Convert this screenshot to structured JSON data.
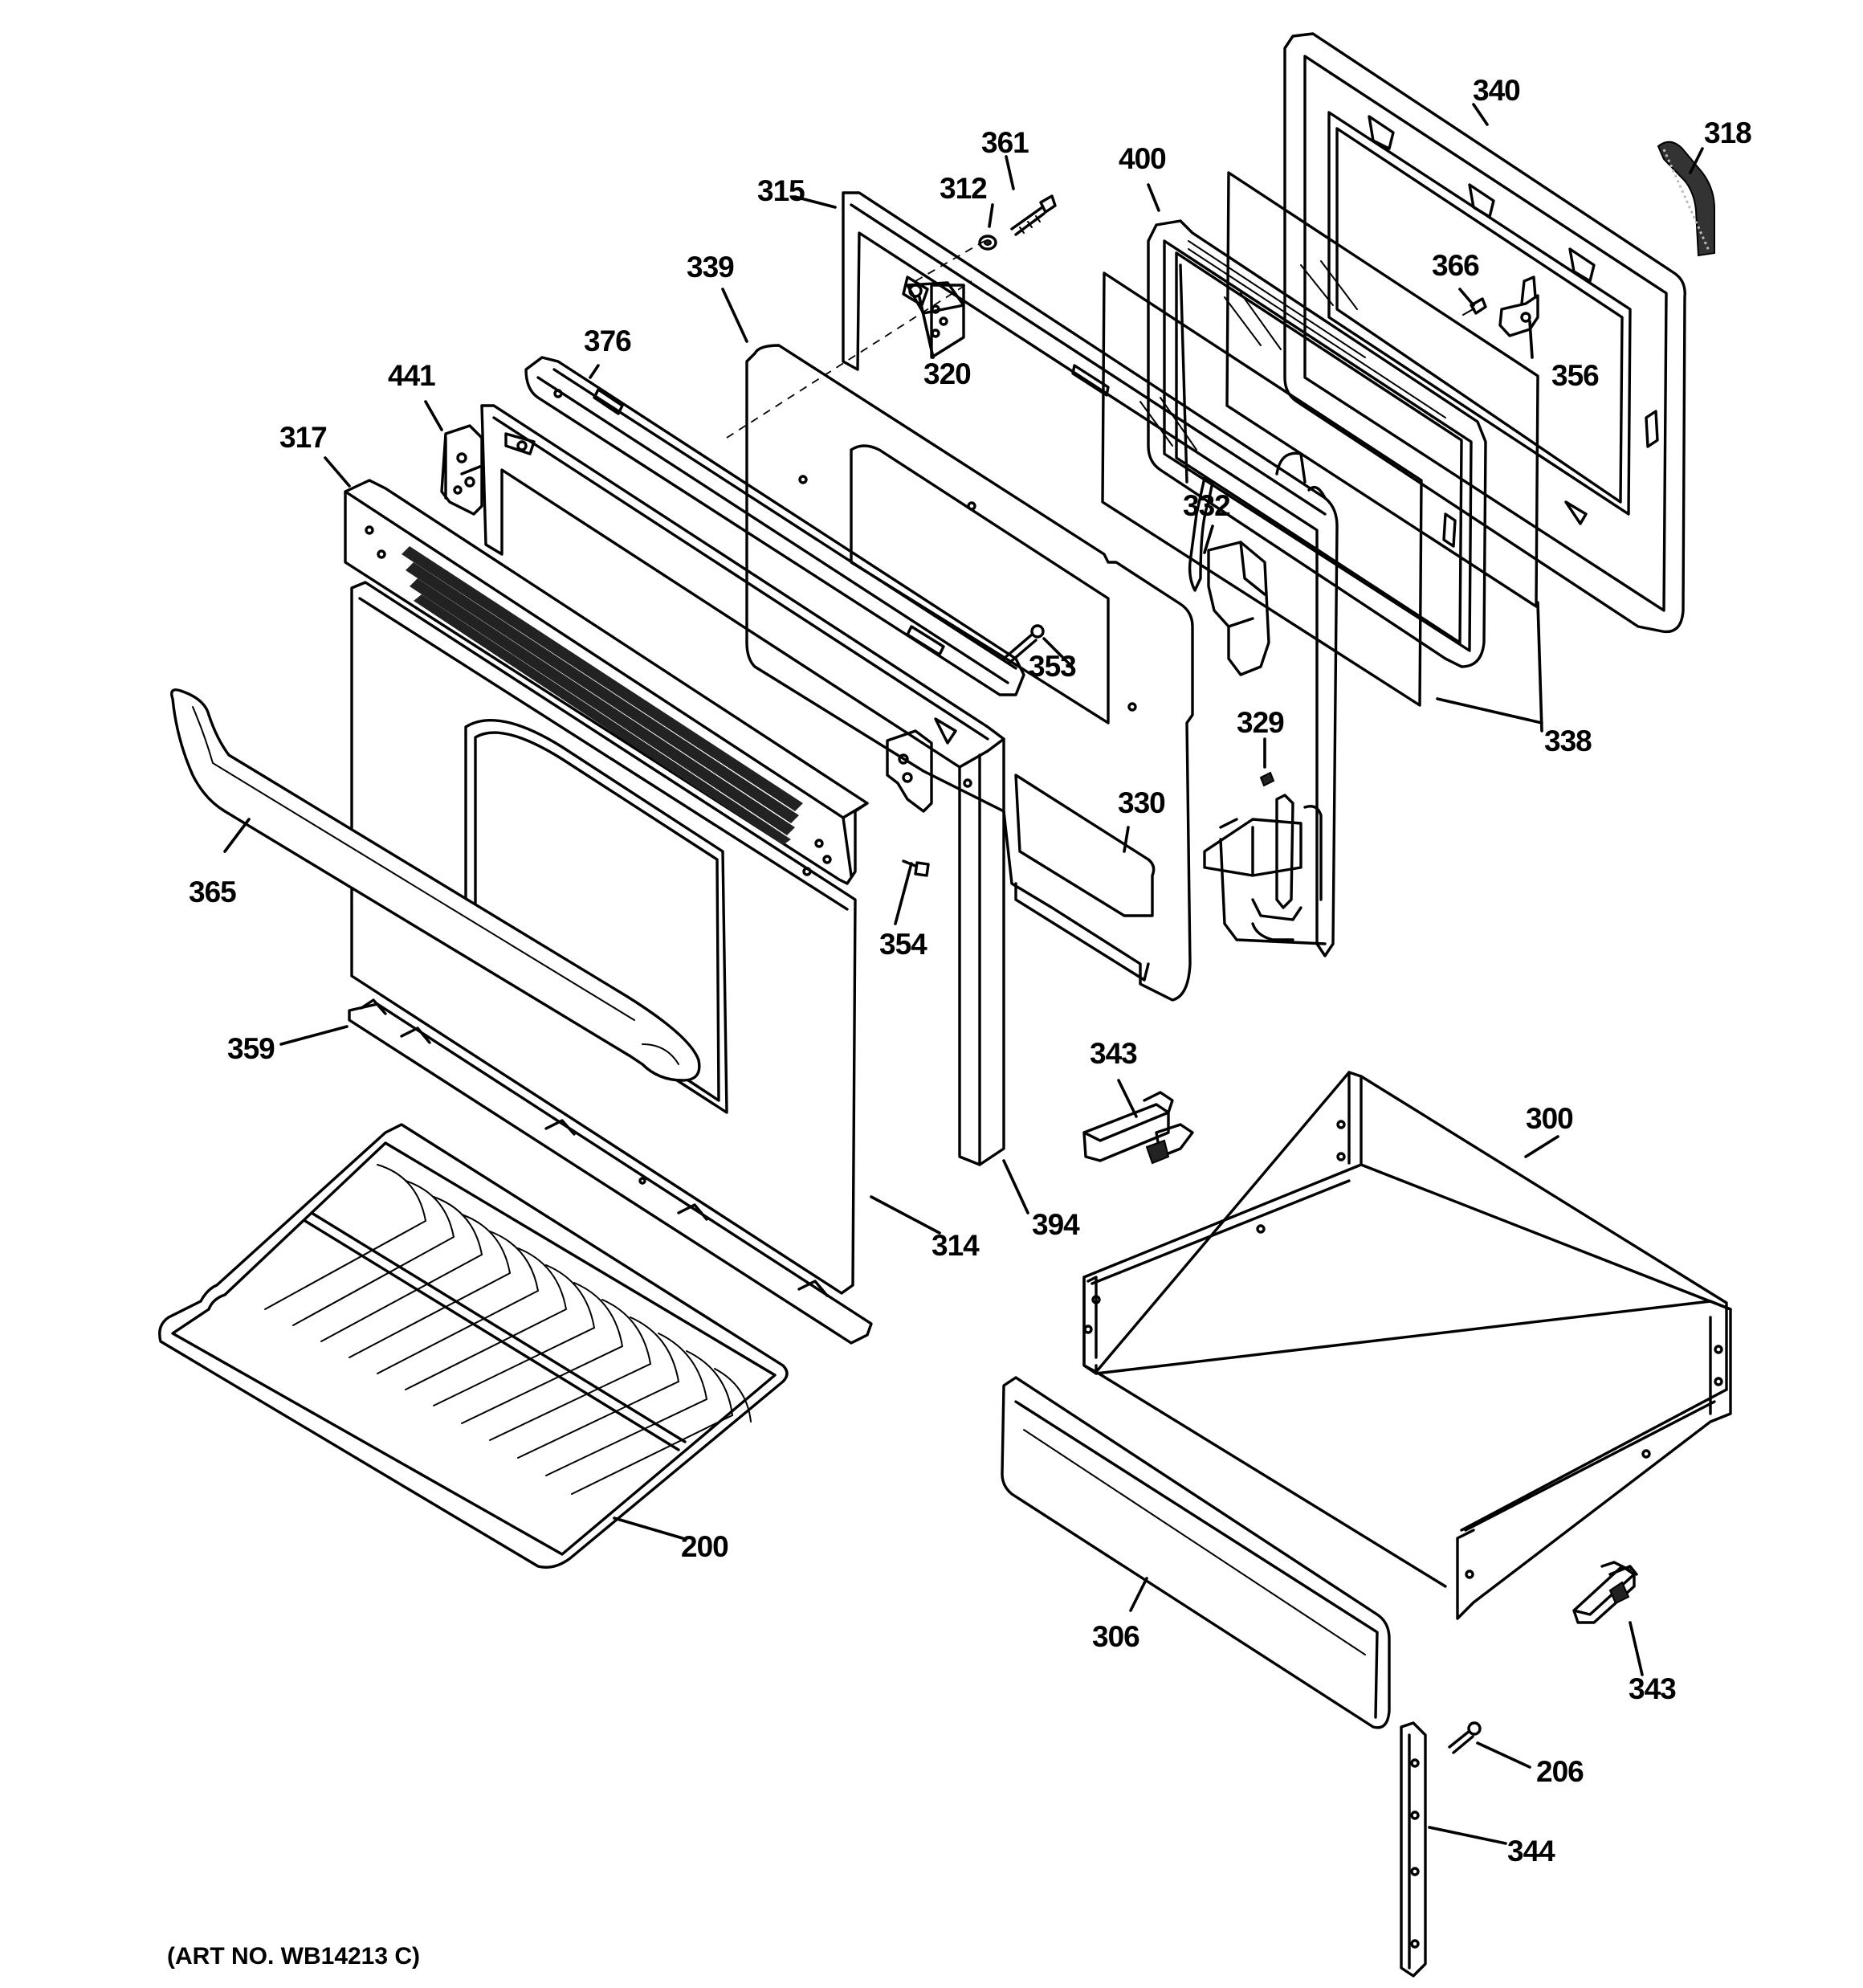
{
  "art_number": "(ART NO. WB14213 C)",
  "callouts": [
    {
      "id": "361",
      "label": "361"
    },
    {
      "id": "340",
      "label": "340"
    },
    {
      "id": "318",
      "label": "318"
    },
    {
      "id": "315",
      "label": "315"
    },
    {
      "id": "312",
      "label": "312"
    },
    {
      "id": "400",
      "label": "400"
    },
    {
      "id": "339",
      "label": "339"
    },
    {
      "id": "366",
      "label": "366"
    },
    {
      "id": "376",
      "label": "376"
    },
    {
      "id": "441",
      "label": "441"
    },
    {
      "id": "320",
      "label": "320"
    },
    {
      "id": "356",
      "label": "356"
    },
    {
      "id": "317",
      "label": "317"
    },
    {
      "id": "332",
      "label": "332"
    },
    {
      "id": "353",
      "label": "353"
    },
    {
      "id": "338",
      "label": "338"
    },
    {
      "id": "329",
      "label": "329"
    },
    {
      "id": "330",
      "label": "330"
    },
    {
      "id": "365",
      "label": "365"
    },
    {
      "id": "354",
      "label": "354"
    },
    {
      "id": "359",
      "label": "359"
    },
    {
      "id": "343a",
      "label": "343"
    },
    {
      "id": "300",
      "label": "300"
    },
    {
      "id": "394",
      "label": "394"
    },
    {
      "id": "314",
      "label": "314"
    },
    {
      "id": "200",
      "label": "200"
    },
    {
      "id": "306",
      "label": "306"
    },
    {
      "id": "343b",
      "label": "343"
    },
    {
      "id": "206",
      "label": "206"
    },
    {
      "id": "344",
      "label": "344"
    }
  ]
}
